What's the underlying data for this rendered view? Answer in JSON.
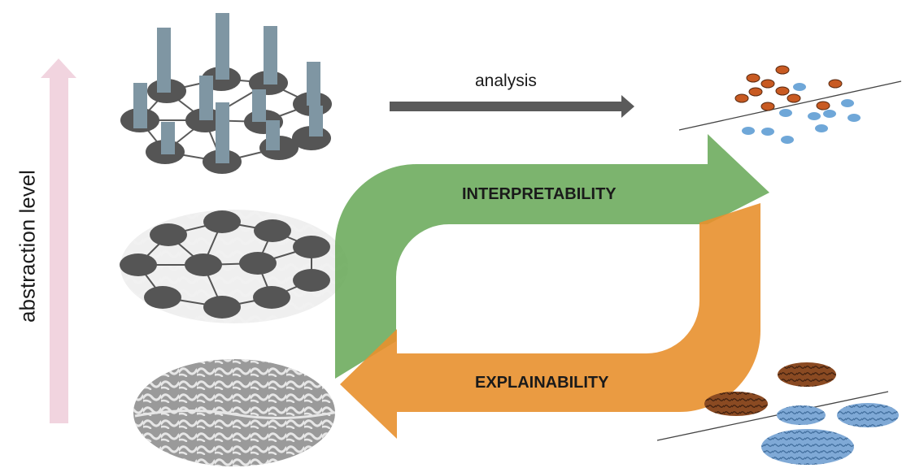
{
  "labels": {
    "axis": "abstraction level",
    "analysis": "analysis",
    "interpretability": "INTERPRETABILITY",
    "explainability": "EXPLAINABILITY"
  },
  "colors": {
    "axis_arrow": "#f1d4df",
    "analysis_arrow": "#5a5a5a",
    "interpretability": "#6aaa5a",
    "explainability": "#e8902e",
    "node": "#555555",
    "bar": "#7f96a3",
    "brain": "#9a9a9a",
    "cluster_orange": "#c85a22",
    "cluster_blue": "#6fa7d8"
  },
  "icons": {
    "network_bars": "network-bar-graph-icon",
    "brain_network": "brain-network-icon",
    "brain": "brain-icon",
    "scatter": "cluster-scatter-icon",
    "brain_clusters": "brain-cluster-icon"
  }
}
